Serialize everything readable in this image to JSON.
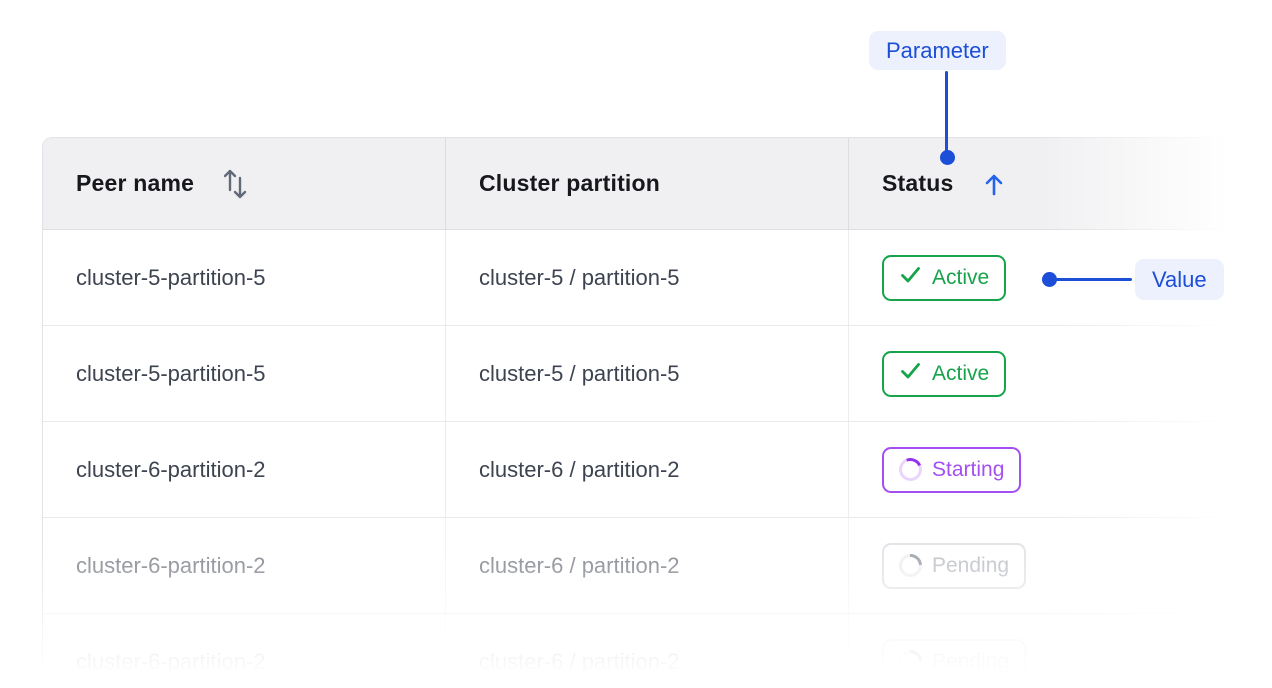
{
  "annotations": {
    "parameter_label": "Parameter",
    "value_label": "Value"
  },
  "colors": {
    "annotation_blue": "#1d4ed8",
    "annotation_chip_bg": "#ecf1fd",
    "active_green": "#16a34a",
    "starting_purple": "#a44ff2",
    "pending_gray": "#9aa0a9",
    "header_bg": "#f0f0f2",
    "cell_text": "#3d4450"
  },
  "table": {
    "columns": [
      {
        "label": "Peer name",
        "sort_state": "sortable",
        "sort_icon": "sort-up-down-icon"
      },
      {
        "label": "Cluster partition",
        "sort_state": "none",
        "sort_icon": ""
      },
      {
        "label": "Status",
        "sort_state": "ascending",
        "sort_icon": "arrow-up-icon"
      }
    ],
    "rows": [
      {
        "peer_name": "cluster-5-partition-5",
        "cluster_partition": "cluster-5 / partition-5",
        "status": {
          "label": "Active",
          "variant": "active",
          "icon": "check-icon"
        }
      },
      {
        "peer_name": "cluster-5-partition-5",
        "cluster_partition": "cluster-5 / partition-5",
        "status": {
          "label": "Active",
          "variant": "active",
          "icon": "check-icon"
        }
      },
      {
        "peer_name": "cluster-6-partition-2",
        "cluster_partition": "cluster-6 / partition-2",
        "status": {
          "label": "Starting",
          "variant": "starting",
          "icon": "spinner-icon"
        }
      },
      {
        "peer_name": "cluster-6-partition-2",
        "cluster_partition": "cluster-6 / partition-2",
        "status": {
          "label": "Pending",
          "variant": "pending",
          "icon": "spinner-icon"
        }
      },
      {
        "peer_name": "cluster-6-partition-2",
        "cluster_partition": "cluster-6 / partition-2",
        "status": {
          "label": "Pending",
          "variant": "pending",
          "icon": "spinner-icon"
        }
      }
    ]
  }
}
